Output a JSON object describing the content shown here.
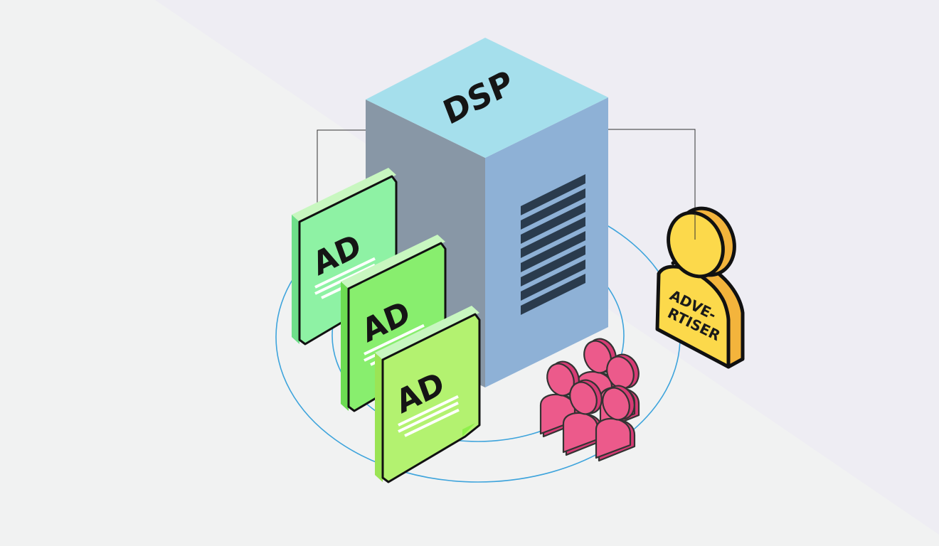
{
  "diagram": {
    "server_label": "DSP",
    "ad_cards": [
      {
        "label": "AD",
        "color": "#8ef2a4",
        "side": "#6fdf8a"
      },
      {
        "label": "AD",
        "color": "#88ee6e",
        "side": "#6cdc52"
      },
      {
        "label": "AD",
        "color": "#b3f270",
        "side": "#9be455"
      }
    ],
    "advertiser": {
      "line1": "ADVE-",
      "line2": "RTISER"
    },
    "audience_count": 5
  },
  "colors": {
    "background_left": "#f1f2f2",
    "background_right": "#eeedf3",
    "server_top": "#a5dfec",
    "server_left": "#8897a6",
    "server_right": "#8eb1d6",
    "server_vent": "#2a3b4d",
    "ring": "#3ea4dc",
    "advertiser": "#fcd94b",
    "advertiser_side": "#f3b43c",
    "audience": "#ec5a8b",
    "audience_side": "#d63b74",
    "connector": "#333333"
  }
}
